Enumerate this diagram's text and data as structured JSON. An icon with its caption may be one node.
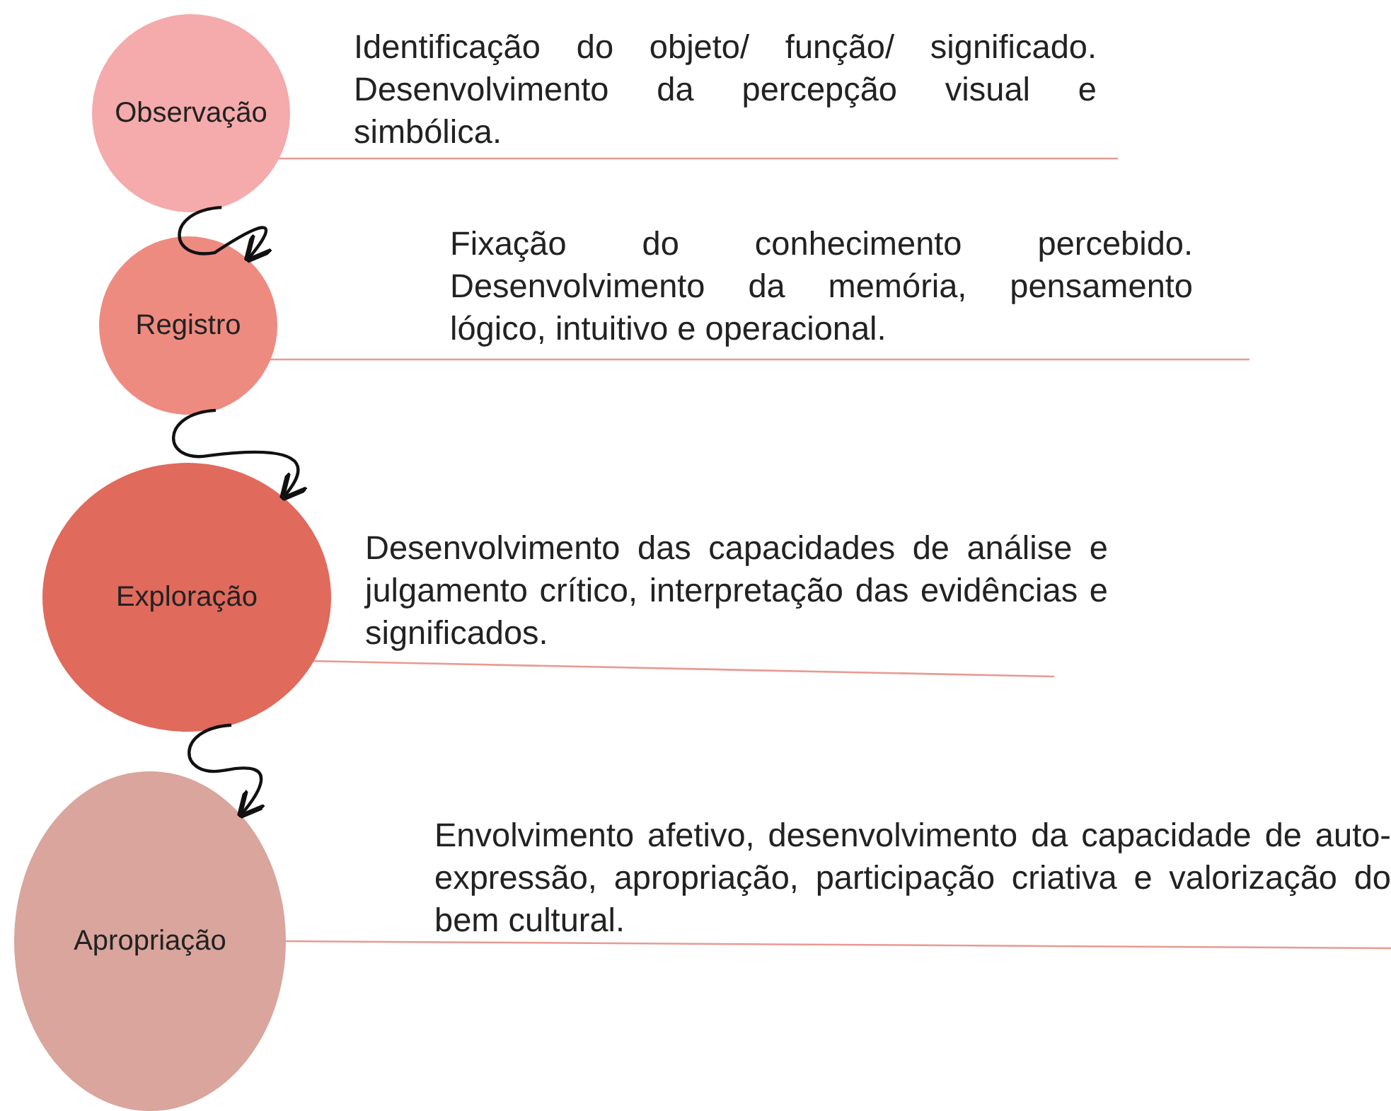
{
  "diagram": {
    "nodes": [
      {
        "text": [
          "Observação"
        ]
      },
      {
        "text": [
          "Registro"
        ]
      },
      {
        "text": [
          "Exploração"
        ]
      },
      {
        "text": [
          "Apropriação"
        ]
      }
    ],
    "edges": [
      {
        "from": 0,
        "to": 1,
        "arrow": "to"
      },
      {
        "from": 1,
        "to": 2,
        "arrow": "to"
      },
      {
        "from": 2,
        "to": 3,
        "arrow": "to"
      }
    ],
    "labels": [
      "Identificação do objeto/ função/ significado. Desenvolvimento da percepção visual e simbólica.",
      "Fixação do conhecimento percebido. Desenvolvimento da memória, pensamento lógico, intuitivo e operacional.",
      "Desenvolvimento das capacidades de análise e julgamento crítico, interpretação das evidências e significados.",
      "Envolvimento afetivo, desenvolvimento da capacidade de auto-expressão, apropriação, participação criativa e valorização do bem cultural."
    ]
  }
}
